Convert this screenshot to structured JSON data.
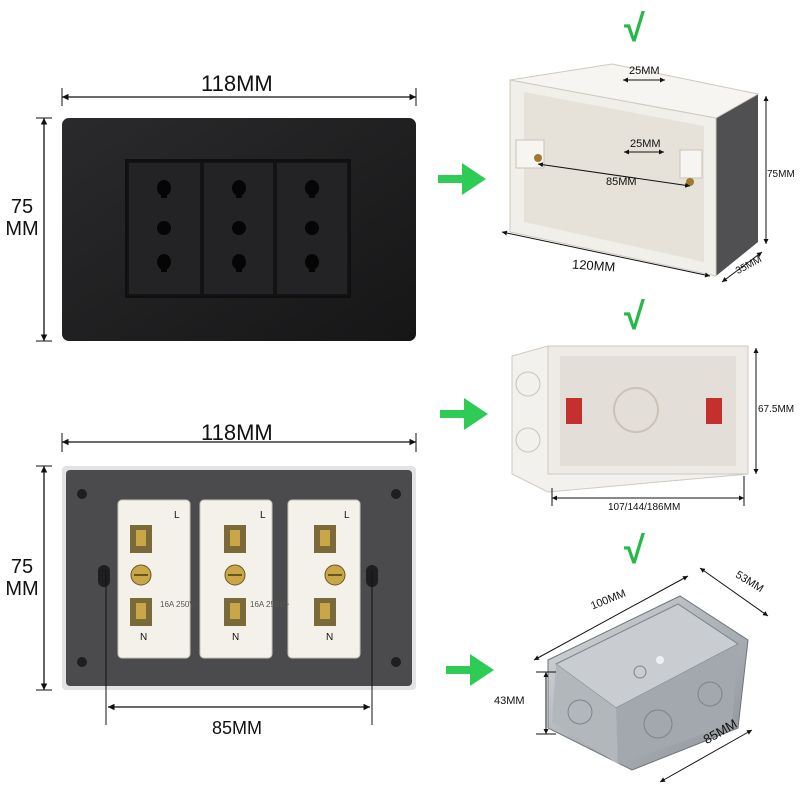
{
  "front_plate": {
    "width_label": "118MM",
    "height_line1": "75",
    "height_line2": "MM"
  },
  "back_plate": {
    "width_label": "118MM",
    "height_line1": "75",
    "height_line2": "MM",
    "screw_spacing_label": "85MM",
    "socket_terminal_letters": [
      "L",
      "N"
    ],
    "socket_rating_text": "16A 250V~"
  },
  "box_pvc_surface": {
    "check": "√",
    "top_slot_label": "25MM",
    "inner_slot_label": "25MM",
    "screw_spacing_label": "85MM",
    "height_label": "75MM",
    "length_label": "120MM",
    "depth_label": "35MM"
  },
  "box_pvc_flush": {
    "check": "√",
    "height_label": "67.5MM",
    "length_label": "107/144/186MM"
  },
  "box_metal": {
    "check": "√",
    "length_label": "100MM",
    "width_label": "53MM",
    "height_label": "43MM",
    "screw_spacing_label": "85MM"
  },
  "colors": {
    "arrow": "#2ecc55",
    "check": "#27b84a",
    "plate": "#1c1c1e",
    "back_plate": "#4a4a4c",
    "socket_module": "#f3f1ea"
  }
}
